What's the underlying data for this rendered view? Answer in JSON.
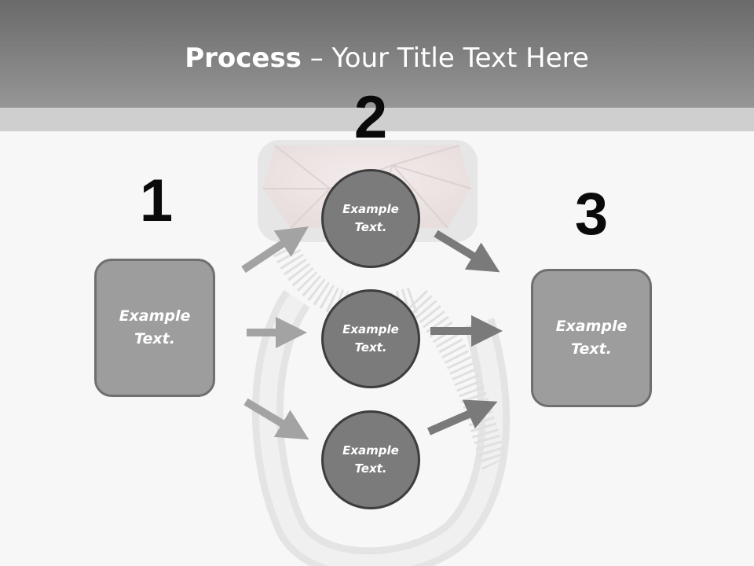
{
  "slide": {
    "title_bold": "Process",
    "title_rest": " – Your Title Text Here"
  },
  "numbers": {
    "one": "1",
    "two": "2",
    "three": "3"
  },
  "left_box": {
    "text": "Example Text."
  },
  "right_box": {
    "text": "Example Text."
  },
  "circles": [
    {
      "text": "Example Text."
    },
    {
      "text": "Example Text."
    },
    {
      "text": "Example Text."
    }
  ],
  "colors": {
    "header": "#7d7d7d",
    "left_arrows": "#a3a3a3",
    "right_arrows": "#7a7a7a",
    "circle_fill": "#7b7b7b",
    "box_fill": "#9d9d9d"
  }
}
